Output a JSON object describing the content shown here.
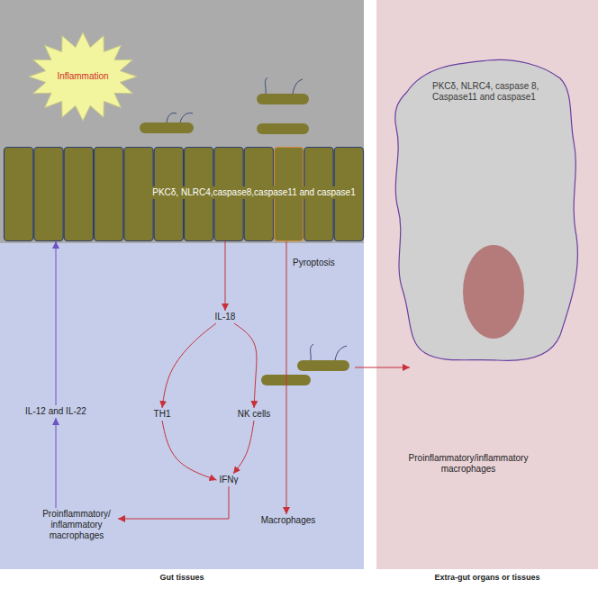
{
  "diagram": {
    "nodes": [
      {
        "text": [
          "Inflammation"
        ]
      },
      {
        "text": [
          "PKCδ, NLRC4,caspase8,caspase11 and caspase1"
        ]
      },
      {
        "text": [
          "Gut tissues"
        ]
      },
      {
        "text": [
          "IL-18"
        ],
        "in": 2
      },
      {
        "text": [
          "TH1"
        ],
        "in": 2
      },
      {
        "text": [
          "NK cells"
        ],
        "in": 2
      },
      {
        "text": [
          "IFNγ"
        ],
        "in": 2
      },
      {
        "text": [
          "Macrophages"
        ],
        "in": 2
      },
      {
        "text": [
          "Proinflammatory/ inflammatory macrophages"
        ],
        "in": 2
      },
      {
        "text": [
          "IL-12 and IL-22"
        ],
        "in": 2
      },
      {
        "text": [
          "Extra-gut organs or tissues"
        ]
      },
      {
        "text": [
          "PKCδ, NLRC4, caspase 8, Caspase11 and caspase1"
        ],
        "in": 10
      },
      {
        "text": [
          "Proinflammatory/inflammatory macrophages"
        ],
        "in": 10
      }
    ],
    "edges": [
      {
        "from": 1,
        "to": 3,
        "arrow": "to"
      },
      {
        "from": 3,
        "to": 4,
        "arrow": "to"
      },
      {
        "from": 3,
        "to": 5,
        "arrow": "to"
      },
      {
        "from": 4,
        "to": 6,
        "arrow": "to"
      },
      {
        "from": 5,
        "to": 6,
        "arrow": "to"
      },
      {
        "from": 6,
        "to": 8,
        "arrow": "to"
      },
      {
        "from": 8,
        "to": 9,
        "arrow": "to"
      },
      {
        "from": 9,
        "to": 1,
        "arrow": "to"
      },
      {
        "from": 1,
        "to": 7,
        "label": "Pyroptosis",
        "arrow": "to"
      }
    ]
  }
}
